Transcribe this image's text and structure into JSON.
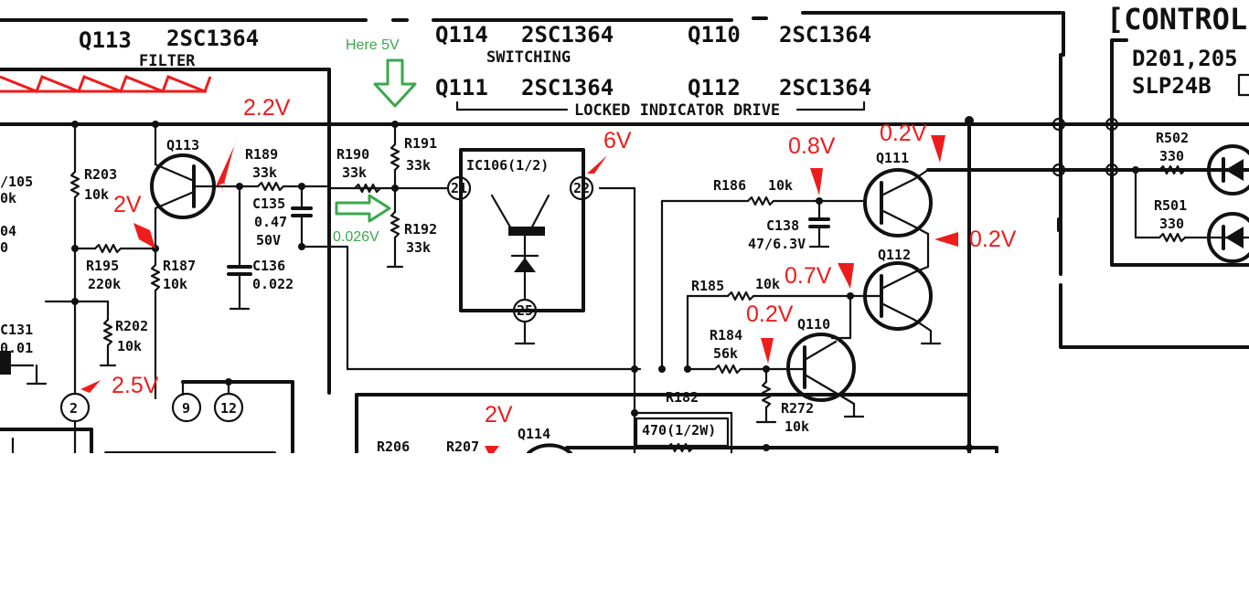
{
  "header": {
    "q113_ref": "Q113",
    "q113_part": "2SC1364",
    "q113_func": "FILTER",
    "q114_ref": "Q114",
    "q114_part": "2SC1364",
    "q114_func": "SWITCHING",
    "q110_ref": "Q110",
    "q110_part": "2SC1364",
    "q111_ref": "Q111",
    "q111_part": "2SC1364",
    "q112_ref": "Q112",
    "q112_part": "2SC1364",
    "locked_indicator": "LOCKED INDICATOR DRIVE",
    "control_title": "[CONTROL",
    "control_diodes": "D201,205",
    "control_part": "SLP24B"
  },
  "components": {
    "r203": "R203",
    "r203_val": "10k",
    "r195": "R195",
    "r195_val": "220k",
    "r187": "R187",
    "r187_val": "10k",
    "r202": "R202",
    "r202_val": "10k",
    "c131": "C131",
    "c131_val": "0.01",
    "r105": "/105",
    "r105_val": "0k",
    "r04": "04",
    "r04_val": "0",
    "q113_label": "Q113",
    "r189": "R189",
    "r189_val": "33k",
    "c135": "C135",
    "c135_val1": "0.47",
    "c135_val2": "50V",
    "c136": "C136",
    "c136_val": "0.022",
    "r190": "R190",
    "r190_val": "33k",
    "r191": "R191",
    "r191_val": "33k",
    "r192": "R192",
    "r192_val": "33k",
    "ic106": "IC106(1/2)",
    "pin21": "21",
    "pin22": "22",
    "pin25": "25",
    "r186": "R186",
    "r186_val": "10k",
    "c138": "C138",
    "c138_val": "47/6.3V",
    "r185": "R185",
    "r185_val": "10k",
    "r184": "R184",
    "r184_val": "56k",
    "r272": "R272",
    "r272_val": "10k",
    "q110_label": "Q110",
    "q111_label": "Q111",
    "q112_label": "Q112",
    "r182": "R182",
    "r182_val": "470(1/2W)",
    "r206": "R206",
    "r207": "R207",
    "q114_label": "Q114",
    "r502": "R502",
    "r502_val": "330",
    "r501": "R501",
    "r501_val": "330",
    "conn2": "2",
    "conn9": "9",
    "conn12": "12"
  },
  "annotations": {
    "v_q113_collector": "2.2V",
    "v_q113_base": "2V",
    "v_pin2": "2.5V",
    "v_pin22": "6V",
    "v_q111_base": "0.8V",
    "v_q111_collector": "0.2V",
    "v_q112_collector": "0.2V",
    "v_q112_base": "0.7V",
    "v_q110_base": "0.2V",
    "v_q114": "2V",
    "note_here": "Here 5V",
    "note_divider": "0.026V"
  },
  "colors": {
    "ink": "#111111",
    "measurement_red": "#ee1c1c",
    "note_green": "#3aa84c",
    "paper": "#ffffff"
  }
}
